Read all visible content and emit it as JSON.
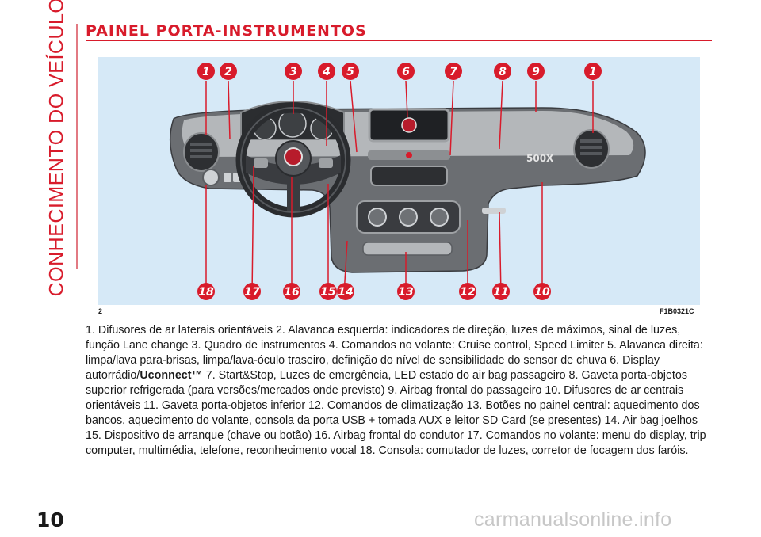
{
  "side_title": "CONHECIMENTO DO VEÍCULO",
  "section_title": "PAINEL PORTA-INSTRUMENTOS",
  "figure": {
    "number": "2",
    "code": "F1B0321C",
    "callouts_top": [
      "1",
      "2",
      "3",
      "4",
      "5",
      "6",
      "7",
      "8",
      "9",
      "1"
    ],
    "callouts_bottom": [
      "18",
      "17",
      "16",
      "15",
      "14",
      "13",
      "12",
      "11",
      "10"
    ],
    "accent_color": "#d81b2b"
  },
  "caption": {
    "part1": "1. Difusores de ar laterais orientáveis    2. Alavanca esquerda: indicadores de direção, luzes de máximos, sinal de luzes, função Lane change    3. Quadro de instrumentos    4. Comandos no volante: Cruise control, Speed Limiter    5. Alavanca direita: limpa/lava para-brisas, limpa/lava-óculo traseiro, definição do nível de sensibilidade do sensor de chuva    6. Display autorrádio/",
    "brand": "Uconnect™",
    "part2": "    7. Start&Stop, Luzes de emergência, LED estado do air bag passageiro    8. Gaveta porta-objetos superior refrigerada (para versões/mercados onde previsto)    9. Airbag frontal do passageiro    10. Difusores de ar centrais orientáveis    11. Gaveta porta-objetos inferior    12. Comandos de climatização    13. Botões no painel central: aquecimento dos bancos, aquecimento do volante, consola da porta USB + tomada AUX e leitor SD Card (se presentes)    14. Air bag joelhos    15. Dispositivo de arranque (chave ou botão)    16. Airbag frontal do condutor    17. Comandos no volante: menu do display, trip computer, multimédia, telefone, reconhecimento vocal    18. Consola: comutador de luzes, corretor de focagem dos faróis."
  },
  "page_number": "10",
  "watermark": "carmanualsonline.info"
}
